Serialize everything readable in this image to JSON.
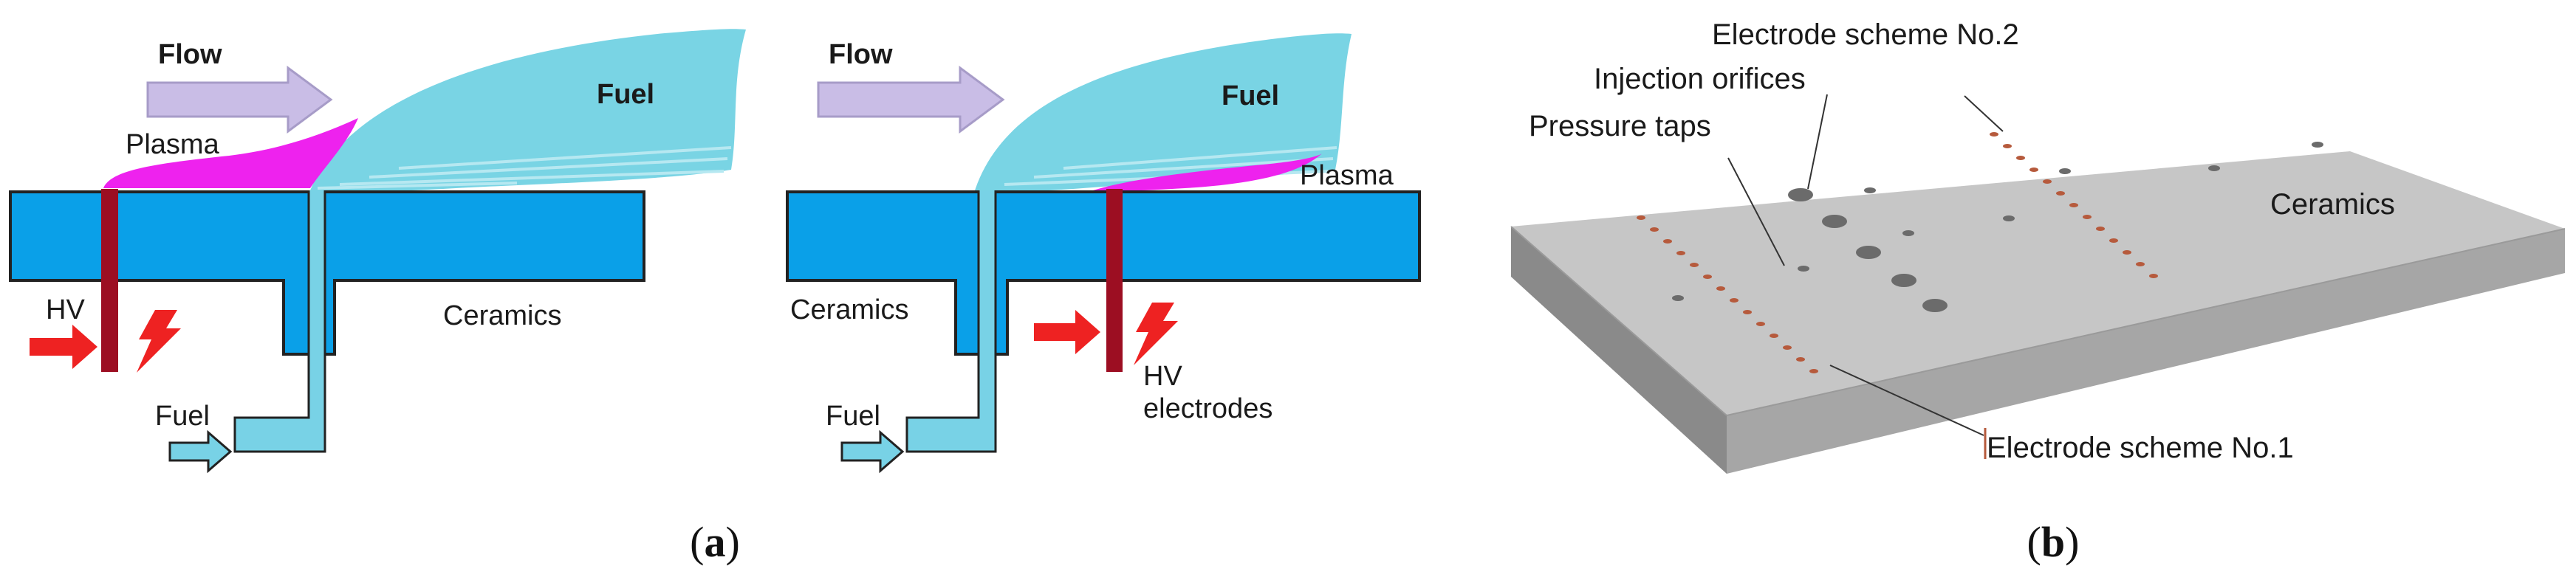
{
  "colors": {
    "ceramic_fill": "#0aa0e8",
    "fuel_line": "#78d2e6",
    "fuel_plume": "#79d4e4",
    "plasma": "#ee22ee",
    "electrode": "#9c0e22",
    "hv_arrow": "#ee2222",
    "flow_arrow": "#c9bde6",
    "plate_top": "#c6c6c6",
    "plate_side": "#8a8a8a",
    "hole_dark": "#6b6b6b",
    "electrode_dot": "#b65a3c"
  },
  "panel_a": {
    "left": {
      "flow": "Flow",
      "fuel_top": "Fuel",
      "plasma": "Plasma",
      "hv": "HV",
      "ceramics": "Ceramics",
      "fuel_inlet": "Fuel"
    },
    "right": {
      "flow": "Flow",
      "fuel_top": "Fuel",
      "plasma": "Plasma",
      "ceramics": "Ceramics",
      "hv_line1": "HV",
      "hv_line2": "electrodes",
      "fuel_inlet": "Fuel"
    },
    "caption_open": "(",
    "caption_letter": "a",
    "caption_close": ")"
  },
  "panel_b": {
    "electrode_scheme_2": "Electrode scheme No.2",
    "injection_orifices": "Injection orifices",
    "pressure_taps": "Pressure taps",
    "ceramics": "Ceramics",
    "electrode_scheme_1": "Electrode scheme No.1",
    "caption_open": "(",
    "caption_letter": "b",
    "caption_close": ")"
  }
}
